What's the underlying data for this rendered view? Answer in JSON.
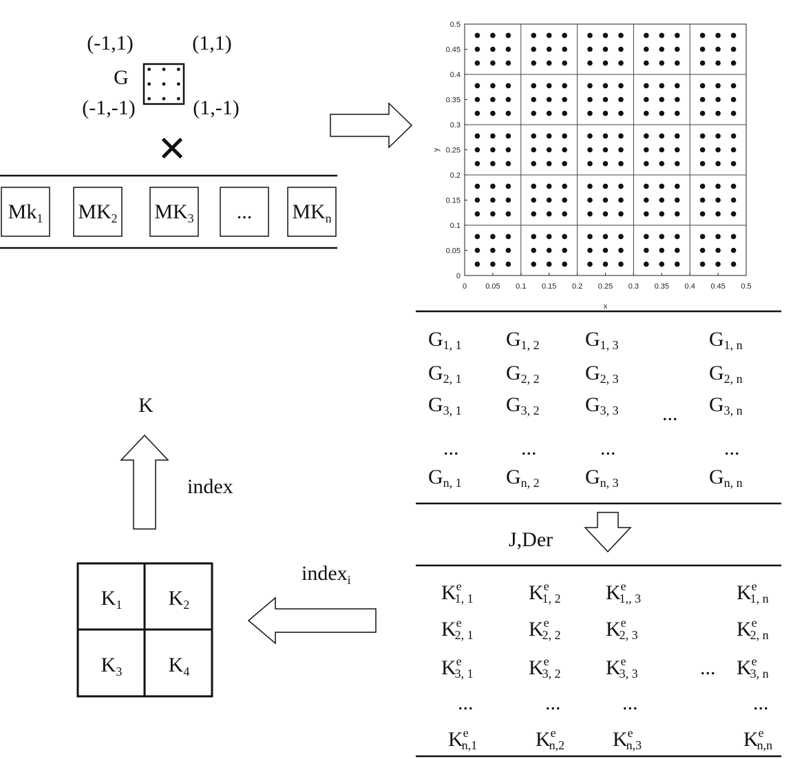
{
  "master": {
    "corner_tl": "(-1,1)",
    "corner_tr": "(1,1)",
    "corner_bl": "(-1,-1)",
    "corner_br": "(1,-1)",
    "label": "G",
    "dots": 9
  },
  "multiply_symbol": "✕",
  "mk_row": [
    {
      "base": "Mk",
      "sub": "1"
    },
    {
      "base": "MK",
      "sub": "2"
    },
    {
      "base": "MK",
      "sub": "3"
    },
    {
      "base": "...",
      "sub": ""
    },
    {
      "base": "MK",
      "sub": "n"
    }
  ],
  "chart_data": {
    "type": "scatter",
    "xlabel": "x",
    "ylabel": "y",
    "xlim": [
      0,
      0.5
    ],
    "ylim": [
      0,
      0.5
    ],
    "xticks": [
      "0",
      "0.05",
      "0.1",
      "0.15",
      "0.2",
      "0.25",
      "0.3",
      "0.35",
      "0.4",
      "0.45",
      "0.5"
    ],
    "yticks": [
      "0",
      "0.05",
      "0.1",
      "0.15",
      "0.2",
      "0.25",
      "0.3",
      "0.35",
      "0.4",
      "0.45",
      "0.5"
    ],
    "elements_per_side": 5,
    "element_size": 0.1,
    "points_per_side": 3,
    "point_offsets": [
      0.0225,
      0.05,
      0.0775
    ]
  },
  "g_matrix": {
    "rows": [
      [
        {
          "b": "G",
          "s": "1,  1"
        },
        {
          "b": "G",
          "s": "1,  2"
        },
        {
          "b": "G",
          "s": "1,  3"
        },
        {
          "b": "G",
          "s": "1,  n"
        }
      ],
      [
        {
          "b": "G",
          "s": "2,  1"
        },
        {
          "b": "G",
          "s": "2,  2"
        },
        {
          "b": "G",
          "s": "2,  3"
        },
        {
          "b": "G",
          "s": "2,  n"
        }
      ],
      [
        {
          "b": "G",
          "s": "3,  1"
        },
        {
          "b": "G",
          "s": "3,  2"
        },
        {
          "b": "G",
          "s": "3,  3"
        },
        {
          "b": "G",
          "s": "3,  n"
        }
      ],
      [
        {
          "b": "...",
          "s": ""
        },
        {
          "b": "...",
          "s": ""
        },
        {
          "b": "...",
          "s": ""
        },
        {
          "b": "...",
          "s": ""
        }
      ],
      [
        {
          "b": "G",
          "s": "n,  1"
        },
        {
          "b": "G",
          "s": "n,  2"
        },
        {
          "b": "G",
          "s": "n,  3"
        },
        {
          "b": "G",
          "s": "n,  n"
        }
      ]
    ],
    "ellipsis": "..."
  },
  "jder_label": "J,Der",
  "k_matrix": {
    "rows": [
      [
        {
          "b": "K",
          "sup": "e",
          "s": "1,  1"
        },
        {
          "b": "K",
          "sup": "e",
          "s": "1,  2"
        },
        {
          "b": "K",
          "sup": "e",
          "s": "1,, 3"
        },
        {
          "b": "K",
          "sup": "e",
          "s": "1,  n"
        }
      ],
      [
        {
          "b": "K",
          "sup": "e",
          "s": "2,  1"
        },
        {
          "b": "K",
          "sup": "e",
          "s": "2,  2"
        },
        {
          "b": "K",
          "sup": "e",
          "s": "2,  3"
        },
        {
          "b": "K",
          "sup": "e",
          "s": "2,  n"
        }
      ],
      [
        {
          "b": "K",
          "sup": "e",
          "s": "3,  1"
        },
        {
          "b": "K",
          "sup": "e",
          "s": "3,  2"
        },
        {
          "b": "K",
          "sup": "e",
          "s": "3,  3"
        },
        {
          "b": "K",
          "sup": "e",
          "s": "3,  n"
        }
      ],
      [
        {
          "b": "...",
          "sup": "",
          "s": ""
        },
        {
          "b": "...",
          "sup": "",
          "s": ""
        },
        {
          "b": "...",
          "sup": "",
          "s": ""
        },
        {
          "b": "...",
          "sup": "",
          "s": ""
        }
      ],
      [
        {
          "b": "K",
          "sup": "e",
          "s": "n,1"
        },
        {
          "b": "K",
          "sup": "e",
          "s": "n,2"
        },
        {
          "b": "K",
          "sup": "e",
          "s": "n,3"
        },
        {
          "b": "K",
          "sup": "e",
          "s": "n,n"
        }
      ]
    ],
    "ellipsis": "..."
  },
  "index_i": {
    "base": "index",
    "sub": "i"
  },
  "index_label": "index",
  "global_label": "K",
  "k_blocks": [
    {
      "b": "K",
      "s": "1"
    },
    {
      "b": "K",
      "s": "2"
    },
    {
      "b": "K",
      "s": "3"
    },
    {
      "b": "K",
      "s": "4"
    }
  ]
}
